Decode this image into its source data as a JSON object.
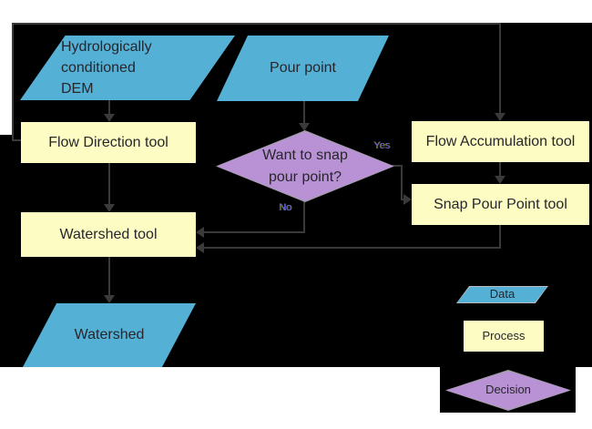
{
  "flowchart": {
    "nodes": {
      "dem": {
        "label": "Hydrologically conditioned DEM",
        "type": "data"
      },
      "pour_point": {
        "label": "Pour point",
        "type": "data"
      },
      "flow_direction": {
        "label": "Flow Direction tool",
        "type": "process"
      },
      "flow_accumulation": {
        "label": "Flow Accumulation tool",
        "type": "process"
      },
      "decision_snap": {
        "label": "Want to snap pour point?",
        "type": "decision"
      },
      "snap_pour_point": {
        "label": "Snap Pour Point tool",
        "type": "process"
      },
      "watershed_tool": {
        "label": "Watershed tool",
        "type": "process"
      },
      "watershed": {
        "label": "Watershed",
        "type": "data"
      }
    },
    "edge_labels": {
      "yes": "Yes",
      "no": "No"
    },
    "edges": [
      {
        "from": "dem",
        "to": "flow_direction"
      },
      {
        "from": "flow_direction",
        "to": "flow_accumulation"
      },
      {
        "from": "pour_point",
        "to": "decision_snap"
      },
      {
        "from": "decision_snap",
        "to": "snap_pour_point",
        "label": "Yes"
      },
      {
        "from": "decision_snap",
        "to": "watershed_tool",
        "label": "No"
      },
      {
        "from": "flow_accumulation",
        "to": "snap_pour_point"
      },
      {
        "from": "snap_pour_point",
        "to": "watershed_tool"
      },
      {
        "from": "flow_direction",
        "to": "watershed_tool"
      },
      {
        "from": "watershed_tool",
        "to": "watershed"
      }
    ],
    "legend": {
      "data_label": "Data",
      "process_label": "Process",
      "decision_label": "Decision"
    },
    "colors": {
      "page_background": "#FFFFFF",
      "canvas_background": "#000000",
      "data_fill": "#55B0D6",
      "process_fill": "#FDFCC3",
      "decision_fill": "#B992D6",
      "connector": "#3A3A3A",
      "label_text": "#26262B",
      "edge_label_text": "#5D5DDE"
    }
  }
}
